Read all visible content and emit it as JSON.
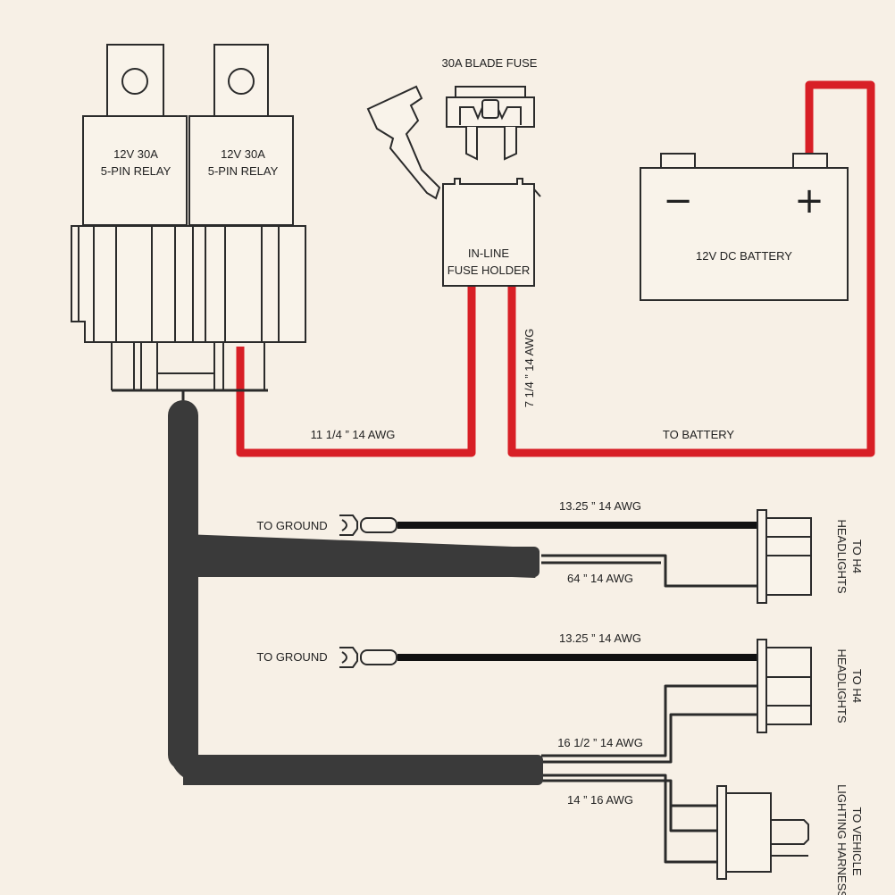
{
  "colors": {
    "background": "#f7f0e6",
    "outline": "#2b2b2b",
    "wire_red": "#d81f26",
    "wire_black": "#111111",
    "harness": "#3a3a3a",
    "component_fill": "#f9f3ea"
  },
  "relays": [
    {
      "line1": "12V 30A",
      "line2": "5-PIN RELAY"
    },
    {
      "line1": "12V 30A",
      "line2": "5-PIN RELAY"
    }
  ],
  "fuse": {
    "label": "30A BLADE FUSE"
  },
  "fuse_holder": {
    "line1": "IN-LINE",
    "line2": "FUSE HOLDER"
  },
  "battery": {
    "label": "12V DC BATTERY",
    "minus": "−",
    "plus": "+"
  },
  "wires": {
    "relay_to_fuse": "11 1/4 ” 14 AWG",
    "fuse_to_battery_len": "7 1/4 ” 14 AWG",
    "to_battery": "TO BATTERY",
    "ground1_len": "13.25 ”  14 AWG",
    "head1_len": "64 ”  14 AWG",
    "ground2_len": "13.25 ”  14 AWG",
    "head2_len": "16 1/2 ”  14 AWG",
    "vehicle_len": "14 ”  16 AWG"
  },
  "ground_labels": [
    "TO GROUND",
    "TO GROUND"
  ],
  "destinations": {
    "h4_1": {
      "line1": "TO H4",
      "line2": "HEADLIGHTS"
    },
    "h4_2": {
      "line1": "TO H4",
      "line2": "HEADLIGHTS"
    },
    "vehicle": {
      "line1": "TO VEHICLE",
      "line2": "LIGHTING HARNESS"
    }
  }
}
